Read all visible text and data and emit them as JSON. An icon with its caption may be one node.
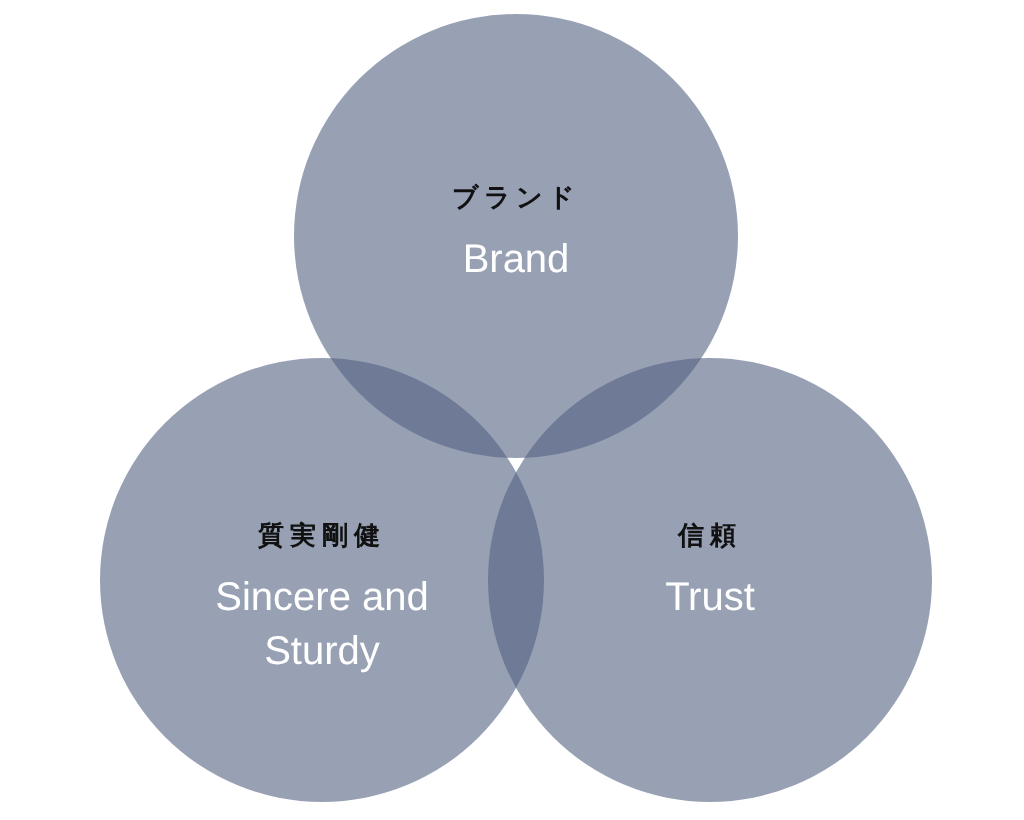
{
  "diagram": {
    "nodes": [
      {
        "text": [
          "ブランド",
          "Brand"
        ]
      },
      {
        "text": [
          "質実剛健",
          "Sincere and Sturdy"
        ]
      },
      {
        "text": [
          "信頼",
          "Trust"
        ]
      }
    ]
  }
}
